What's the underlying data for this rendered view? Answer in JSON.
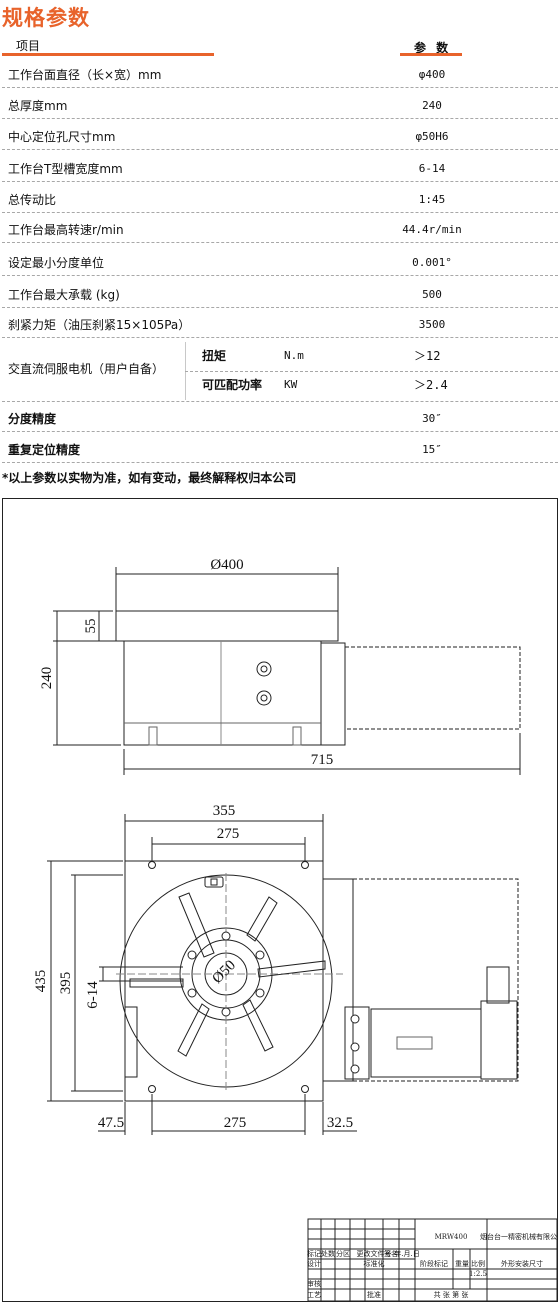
{
  "title": "规格参数",
  "header": {
    "item": "项目",
    "param": "参 数"
  },
  "specs": [
    {
      "label": "工作台面直径（长×宽）mm",
      "value": "φ400"
    },
    {
      "label": "总厚度mm",
      "value": "240"
    },
    {
      "label": "中心定位孔尺寸mm",
      "value": "φ50H6"
    },
    {
      "label": "工作台T型槽宽度mm",
      "value": "6-14"
    },
    {
      "label": "总传动比",
      "value": "1:45"
    },
    {
      "label": "工作台最高转速r/min",
      "value": "44.4r/min"
    },
    {
      "label": "设定最小分度单位",
      "value": "0.001°"
    },
    {
      "label": "工作台最大承载 (kg)",
      "value": "500"
    },
    {
      "label": "刹紧力矩（油压刹紧15×105Pa）",
      "value": "3500"
    }
  ],
  "motor": {
    "label": "交直流伺服电机（用户自备）",
    "torque_label": "扭矩",
    "torque_unit": "N.m",
    "torque_value": "＞12",
    "power_label": "可匹配功率",
    "power_unit": "KW",
    "power_value": "＞2.4"
  },
  "specs_bold": [
    {
      "label": "分度精度",
      "value": "30″"
    },
    {
      "label": "重复定位精度",
      "value": "15″"
    }
  ],
  "note": "*以上参数以实物为准，如有变动，最终解释权归本公司",
  "drawing": {
    "dims": {
      "table_dia": "Ø400",
      "table_thickness": "55",
      "total_height": "240",
      "total_length": "715",
      "base_width": "355",
      "bolt_spacing_top": "275",
      "outer_height": "435",
      "inner_height": "395",
      "slot": "6-14",
      "center_hole": "Ø50",
      "left_offset": "47.5",
      "bolt_spacing_bottom": "275",
      "right_offset": "32.5"
    },
    "title_block": {
      "model": "MRW400",
      "company": "烟台台一精密机械有限公司",
      "drawing_name": "外形安装尺寸",
      "scale": "1:2.5",
      "headers": [
        "标记",
        "处数",
        "分区",
        "更改文件号",
        "签名",
        "年.月.日"
      ],
      "row_design": "设计",
      "row_std": "标准化",
      "row_review": "审核",
      "row_process": "工艺",
      "row_approve": "批准",
      "stage_mark": "阶段标记",
      "weight": "重量",
      "ratio": "比例",
      "sheet_total": "共 张 第 张"
    }
  }
}
